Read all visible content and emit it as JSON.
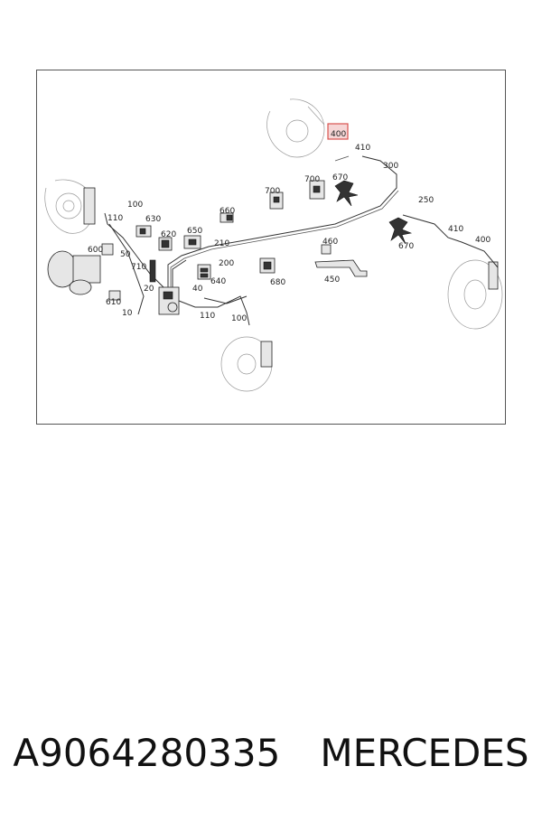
{
  "diagram": {
    "labels": [
      "400",
      "410",
      "300",
      "250",
      "410",
      "400",
      "670",
      "700",
      "700",
      "670",
      "660",
      "650",
      "630",
      "620",
      "100",
      "110",
      "600",
      "50",
      "710",
      "610",
      "10",
      "20",
      "210",
      "200",
      "40",
      "640",
      "110",
      "100",
      "460",
      "450",
      "680"
    ],
    "highlighted_label": "400",
    "highlight_color": "#d9534f"
  },
  "caption": {
    "part_number": "A9064280335",
    "brand": "MERCEDES"
  }
}
